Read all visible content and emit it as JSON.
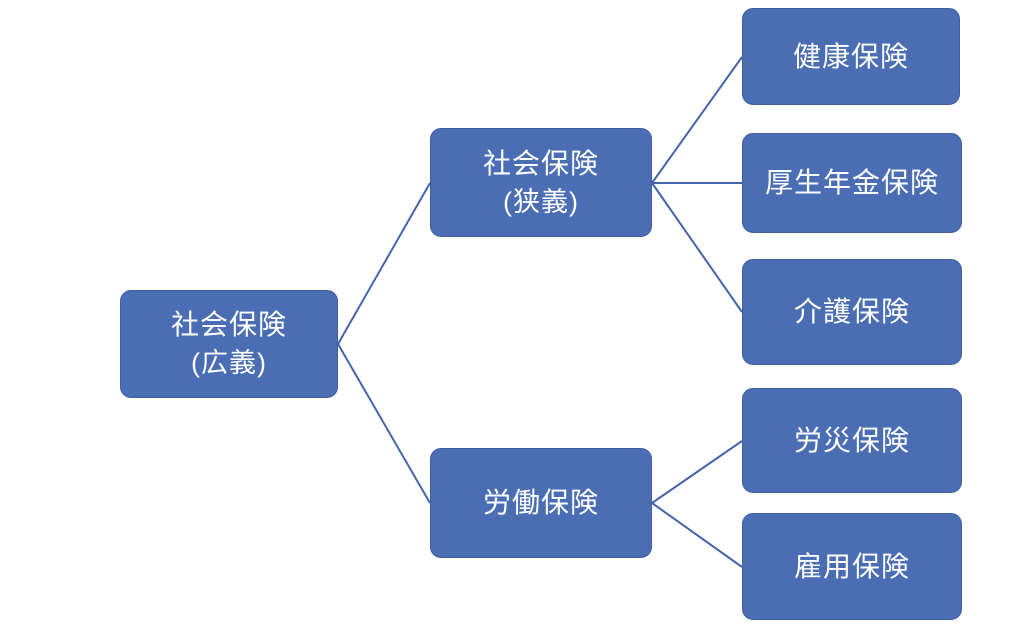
{
  "diagram": {
    "type": "tree",
    "colors": {
      "background": "#ffffff",
      "box_fill": "#4a6db4",
      "box_border": "#3f5ea1",
      "connector_line": "#4565ab",
      "text": "#ffffff"
    },
    "nodes": [
      {
        "id": "social-insurance-broad",
        "label": "社会保険",
        "sublabel": "(広義)"
      },
      {
        "id": "social-insurance-narrow",
        "label": "社会保険",
        "sublabel": "(狭義)"
      },
      {
        "id": "labor-insurance",
        "label": "労働保険",
        "sublabel": ""
      },
      {
        "id": "health-insurance",
        "label": "健康保険"
      },
      {
        "id": "employees-pension-insurance",
        "label": "厚生年金保険"
      },
      {
        "id": "nursing-care-insurance",
        "label": "介護保険"
      },
      {
        "id": "workers-accident-insurance",
        "label": "労災保険"
      },
      {
        "id": "employment-insurance",
        "label": "雇用保険"
      }
    ],
    "edges": [
      {
        "from": "social-insurance-broad",
        "to": "social-insurance-narrow"
      },
      {
        "from": "social-insurance-broad",
        "to": "labor-insurance"
      },
      {
        "from": "social-insurance-narrow",
        "to": "health-insurance"
      },
      {
        "from": "social-insurance-narrow",
        "to": "employees-pension-insurance"
      },
      {
        "from": "social-insurance-narrow",
        "to": "nursing-care-insurance"
      },
      {
        "from": "labor-insurance",
        "to": "workers-accident-insurance"
      },
      {
        "from": "labor-insurance",
        "to": "employment-insurance"
      }
    ]
  }
}
